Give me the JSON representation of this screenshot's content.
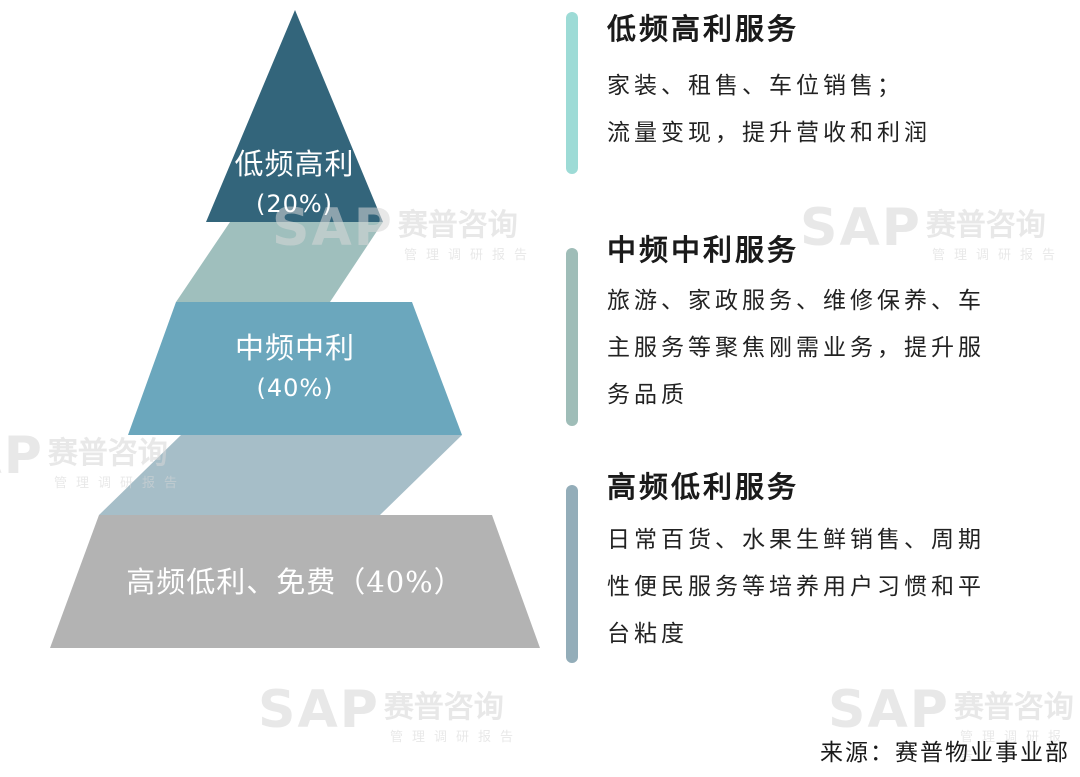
{
  "pyramid": {
    "top": {
      "label": "低频高利",
      "percent": "(20%)",
      "color": "#33657b"
    },
    "middle": {
      "label": "中频中利",
      "percent": "(40%)",
      "color": "#6ba7bd"
    },
    "bottom": {
      "label": "高频低利、免费（40%）",
      "color": "#b3b3b3"
    },
    "connector_colors": [
      "#9fbfbd",
      "#a6bec8"
    ]
  },
  "services": [
    {
      "title": "低频高利服务",
      "lines": [
        "家装、租售、车位销售；",
        "流量变现，提升营收和利润"
      ],
      "bar_color": "#9ddbd6"
    },
    {
      "title": "中频中利服务",
      "lines": [
        "旅游、家政服务、维修保养、车",
        "主服务等聚焦刚需业务，提升服",
        "务品质"
      ],
      "bar_color": "#9fbdb8"
    },
    {
      "title": "高频低利服务",
      "lines": [
        "日常百货、水果生鲜销售、周期",
        "性便民服务等培养用户习惯和平",
        "台粘度"
      ],
      "bar_color": "#93adb9"
    }
  ],
  "source": "来源：赛普物业事业部",
  "watermark": {
    "brand": "SAP",
    "name": "赛普咨询",
    "tagline": "管理调研报告"
  }
}
